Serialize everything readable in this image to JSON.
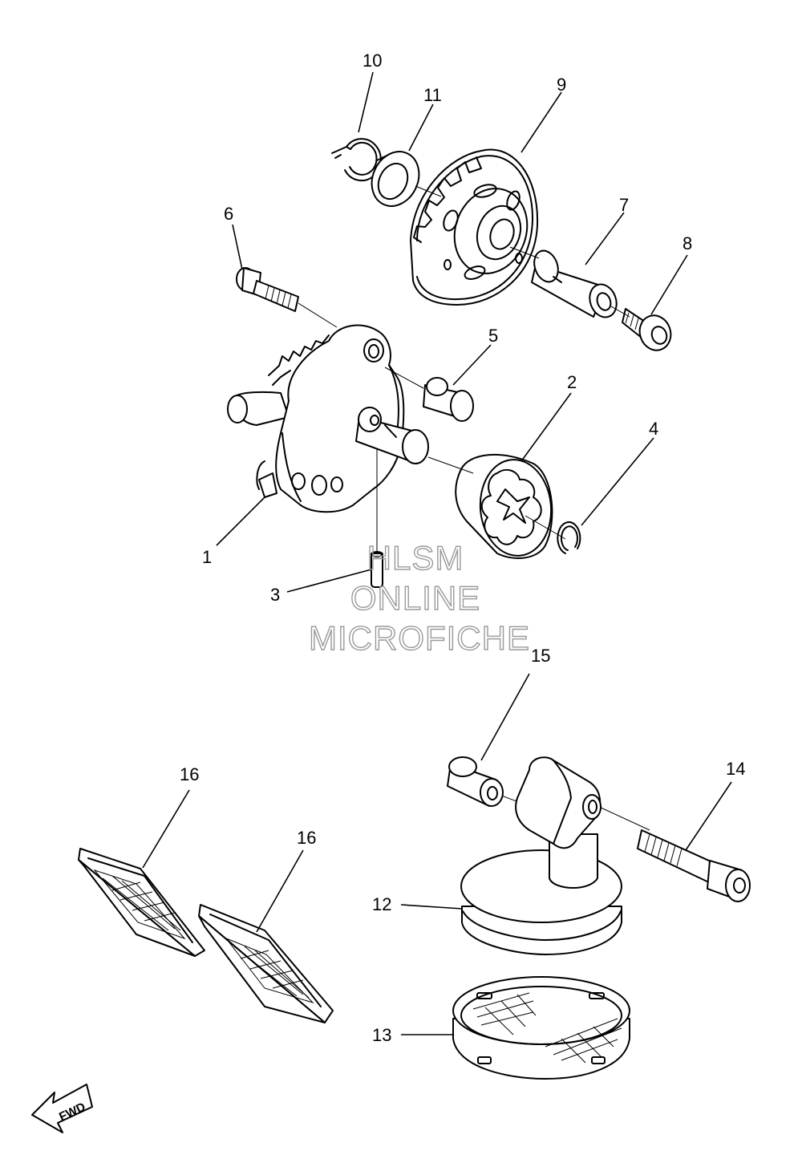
{
  "diagram": {
    "callouts": [
      {
        "id": "1",
        "label": "1"
      },
      {
        "id": "2",
        "label": "2"
      },
      {
        "id": "3",
        "label": "3"
      },
      {
        "id": "4",
        "label": "4"
      },
      {
        "id": "5",
        "label": "5"
      },
      {
        "id": "6",
        "label": "6"
      },
      {
        "id": "7",
        "label": "7"
      },
      {
        "id": "8",
        "label": "8"
      },
      {
        "id": "9",
        "label": "9"
      },
      {
        "id": "10",
        "label": "10"
      },
      {
        "id": "11",
        "label": "11"
      },
      {
        "id": "12",
        "label": "12"
      },
      {
        "id": "13",
        "label": "13"
      },
      {
        "id": "14",
        "label": "14"
      },
      {
        "id": "15",
        "label": "15"
      },
      {
        "id": "16a",
        "label": "16"
      },
      {
        "id": "16b",
        "label": "16"
      }
    ],
    "watermark": [
      "HLSM",
      "ONLINE",
      "MICROFICHE"
    ],
    "direction_label": "FWD"
  }
}
